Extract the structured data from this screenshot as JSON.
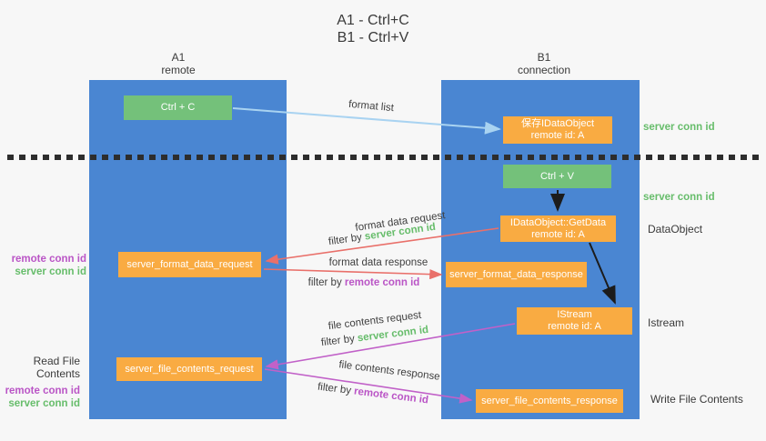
{
  "title": {
    "line1": "A1 - Ctrl+C",
    "line2": "B1 - Ctrl+V"
  },
  "lifelines": {
    "a": {
      "name": "A1",
      "role": "remote"
    },
    "b": {
      "name": "B1",
      "role": "connection"
    }
  },
  "nodes": {
    "ctrl_c": {
      "label": "Ctrl + C"
    },
    "save_idataobject": {
      "line1": "保存IDataObject",
      "line2": "remote id: A"
    },
    "ctrl_v": {
      "label": "Ctrl + V"
    },
    "getdata": {
      "line1": "IDataObject::GetData",
      "line2": "remote id: A"
    },
    "istream": {
      "line1": "IStream",
      "line2": "remote id: A"
    },
    "format_request": {
      "label": "server_format_data_request"
    },
    "format_response": {
      "label": "server_format_data_response"
    },
    "file_request": {
      "label": "server_file_contents_request"
    },
    "file_response": {
      "label": "server_file_contents_response"
    }
  },
  "side_labels": {
    "right_server_conn_id_top": "server conn id",
    "right_server_conn_id_mid": "server conn id",
    "right_dataobject": "DataObject",
    "right_istream": "Istream",
    "right_write_file_contents": "Write File Contents",
    "left_remote_conn_id_top": "remote conn id",
    "left_server_conn_id_top": "server conn id",
    "left_read_file_contents": "Read File Contents",
    "left_remote_conn_id_bottom": "remote conn id",
    "left_server_conn_id_bottom": "server conn id"
  },
  "arrow_labels": {
    "format_list": "format list",
    "format_request_title": "format data request",
    "format_request_filter": {
      "prefix": "filter by ",
      "key": "server conn id"
    },
    "format_response_title": "format data response",
    "format_response_filter": {
      "prefix": "filter by ",
      "key": "remote conn id"
    },
    "file_request_title": "file contents request",
    "file_request_filter": {
      "prefix": "filter by ",
      "key": "server conn id"
    },
    "file_response_title": "file contents response",
    "file_response_filter": {
      "prefix": "filter by ",
      "key": "remote conn id"
    }
  },
  "colors": {
    "column_blue": "#4a86d2",
    "node_green": "#74c17a",
    "node_orange": "#f9ab42",
    "arrow_light_blue": "#a9d3f1",
    "arrow_red": "#e9706a",
    "arrow_magenta": "#c161c8",
    "arrow_black": "#1c1c1c",
    "text_green": "#67bd6b",
    "text_purple": "#ba55c6"
  }
}
